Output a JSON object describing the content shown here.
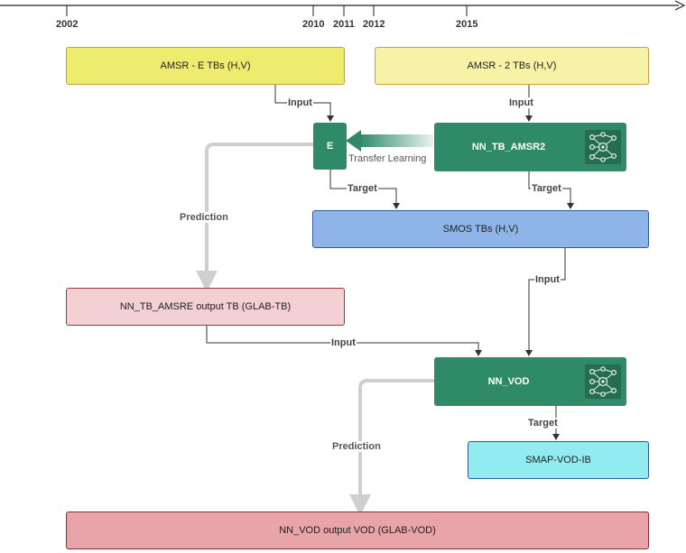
{
  "timeline": {
    "years": [
      "2002",
      "2010",
      "2011",
      "2012",
      "2015"
    ]
  },
  "boxes": {
    "amsre": "AMSR - E TBs (H,V)",
    "amsr2": "AMSR - 2  TBs (H,V)",
    "smos": "SMOS  TBs (H,V)",
    "nn_amsre_out": "NN_TB_AMSRE output TB (GLAB-TB)",
    "smap": "SMAP-VOD-IB",
    "vod_out": "NN_VOD output VOD (GLAB-VOD)"
  },
  "models": {
    "e": "E",
    "nn_tb_amsr2": "NN_TB_AMSR2",
    "nn_vod": "NN_VOD",
    "icon": "neural-network-icon"
  },
  "labels": {
    "input": "Input",
    "target": "Target",
    "prediction": "Prediction",
    "transfer_learning": "Transfer Learning"
  },
  "colors": {
    "model_green": "#2f8a68",
    "amsre_yellow": "#eeec6f",
    "amsr2_yellow": "#f6f3a6",
    "smos_blue": "#8fb5e8",
    "output_pink": "#f2d0d3",
    "vod_pink": "#e8a4a9",
    "smap_cyan": "#92ebee"
  }
}
